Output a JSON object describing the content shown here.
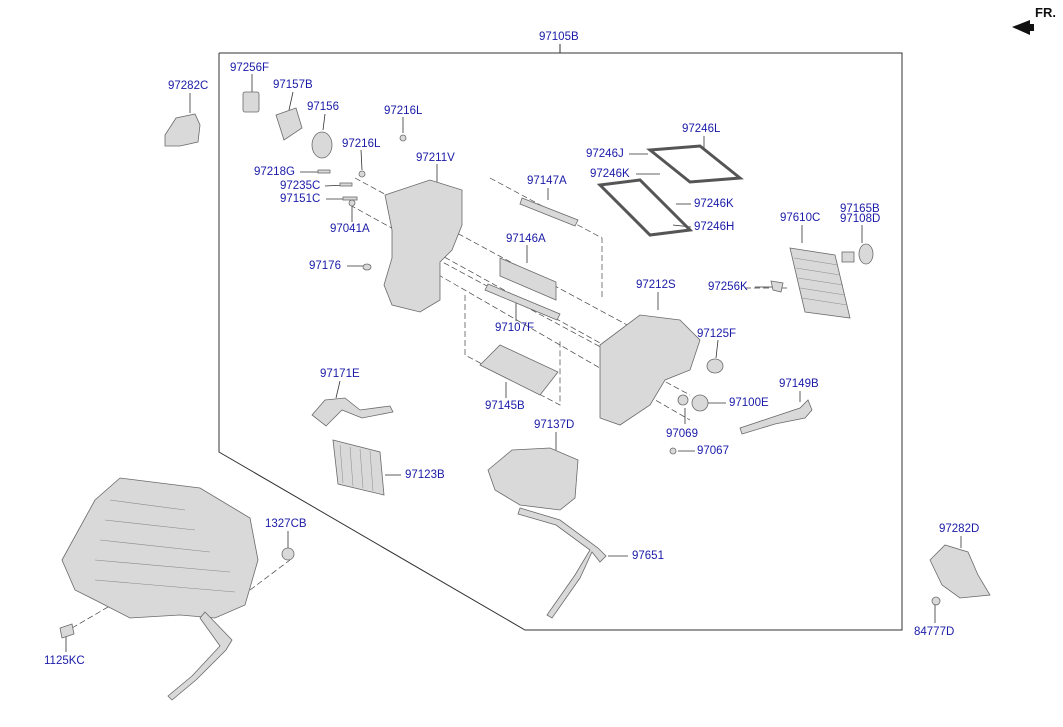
{
  "orientation": {
    "text": "FR."
  },
  "colors": {
    "label": "#1a1aa8",
    "line": "#333333",
    "part_fill": "#d9d9d9",
    "part_stroke": "#6a6a6a"
  },
  "callouts": {
    "c97105B": "97105B",
    "c97282C": "97282C",
    "c97256F": "97256F",
    "c97157B": "97157B",
    "c97156": "97156",
    "c97216L_a": "97216L",
    "c97216L_b": "97216L",
    "c97211V": "97211V",
    "c97218G": "97218G",
    "c97235C": "97235C",
    "c97151C": "97151C",
    "c97041A": "97041A",
    "c97176": "97176",
    "c97147A": "97147A",
    "c97146A": "97146A",
    "c97107F": "97107F",
    "c97145B": "97145B",
    "c97246L": "97246L",
    "c97246J": "97246J",
    "c97246K_a": "97246K",
    "c97246K_b": "97246K",
    "c97246H": "97246H",
    "c97610C": "97610C",
    "c97165B": "97165B",
    "c97108D": "97108D",
    "c97256K": "97256K",
    "c97212S": "97212S",
    "c97125F": "97125F",
    "c97149B": "97149B",
    "c97100E": "97100E",
    "c97069": "97069",
    "c97067": "97067",
    "c97171E": "97171E",
    "c97123B": "97123B",
    "c97137D": "97137D",
    "c97651": "97651",
    "c1327CB": "1327CB",
    "c1125KC": "1125KC",
    "c97282D": "97282D",
    "c84777D": "84777D"
  }
}
